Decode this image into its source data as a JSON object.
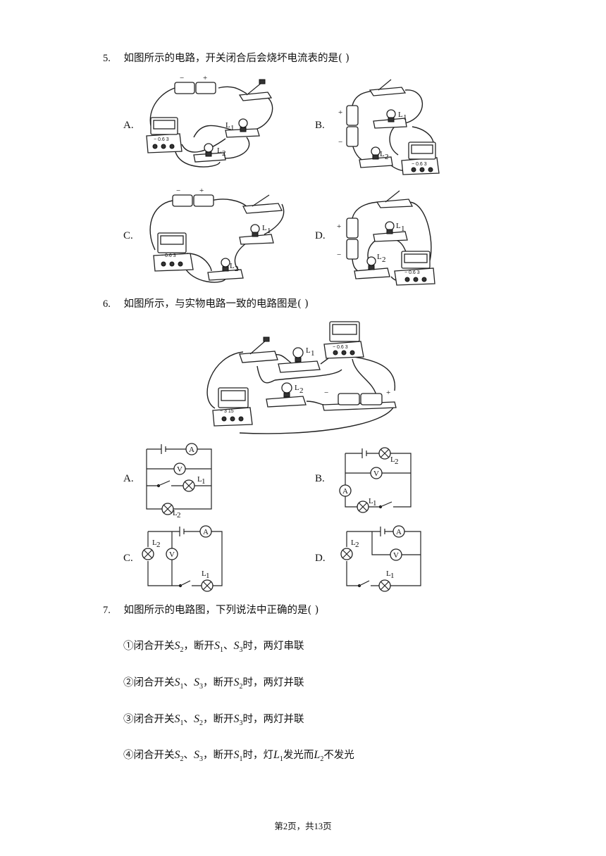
{
  "q5": {
    "num": "5.",
    "text": "如图所示的电路，开关闭合后会烧坏电流表的是(      )",
    "options": [
      "A.",
      "B.",
      "C.",
      "D."
    ]
  },
  "q6": {
    "num": "6.",
    "text": "如图所示，与实物电路一致的电路图是(      )",
    "options": [
      "A.",
      "B.",
      "C.",
      "D."
    ]
  },
  "q7": {
    "num": "7.",
    "text": "如图所示的电路图，下列说法中正确的是(      )",
    "statements": [
      {
        "mark": "①",
        "a": "闭合开关",
        "b": "，断开",
        "c": "、",
        "d": "时，两灯串联",
        "v1": "S",
        "s1": "2",
        "v2": "S",
        "s2": "1",
        "v3": "S",
        "s3": "3"
      },
      {
        "mark": "②",
        "a": "闭合开关",
        "b": "、",
        "c": "，断开",
        "d": "时，两灯并联",
        "v1": "S",
        "s1": "1",
        "v2": "S",
        "s2": "3",
        "v3": "S",
        "s3": "2"
      },
      {
        "mark": "③",
        "a": "闭合开关",
        "b": "、",
        "c": "，断开",
        "d": "时，两灯并联",
        "v1": "S",
        "s1": "1",
        "v2": "S",
        "s2": "2",
        "v3": "S",
        "s3": "3"
      },
      {
        "mark": "④",
        "a": "闭合开关",
        "b": "、",
        "c": "，断开",
        "d": "时，灯",
        "e": "发光而",
        "f": "不发光",
        "v1": "S",
        "s1": "2",
        "v2": "S",
        "s2": "3",
        "v3": "S",
        "s3": "1",
        "v4": "L",
        "s4": "1",
        "v5": "L",
        "s5": "2"
      }
    ]
  },
  "labels": {
    "L1": "L",
    "L1sub": "1",
    "L2": "L",
    "L2sub": "2",
    "A": "A",
    "V": "V",
    "minus": "−",
    "plus": "+",
    "meter06": "− 0.6  3",
    "meter315": "−  3  15"
  },
  "footer": "第2页，共13页"
}
